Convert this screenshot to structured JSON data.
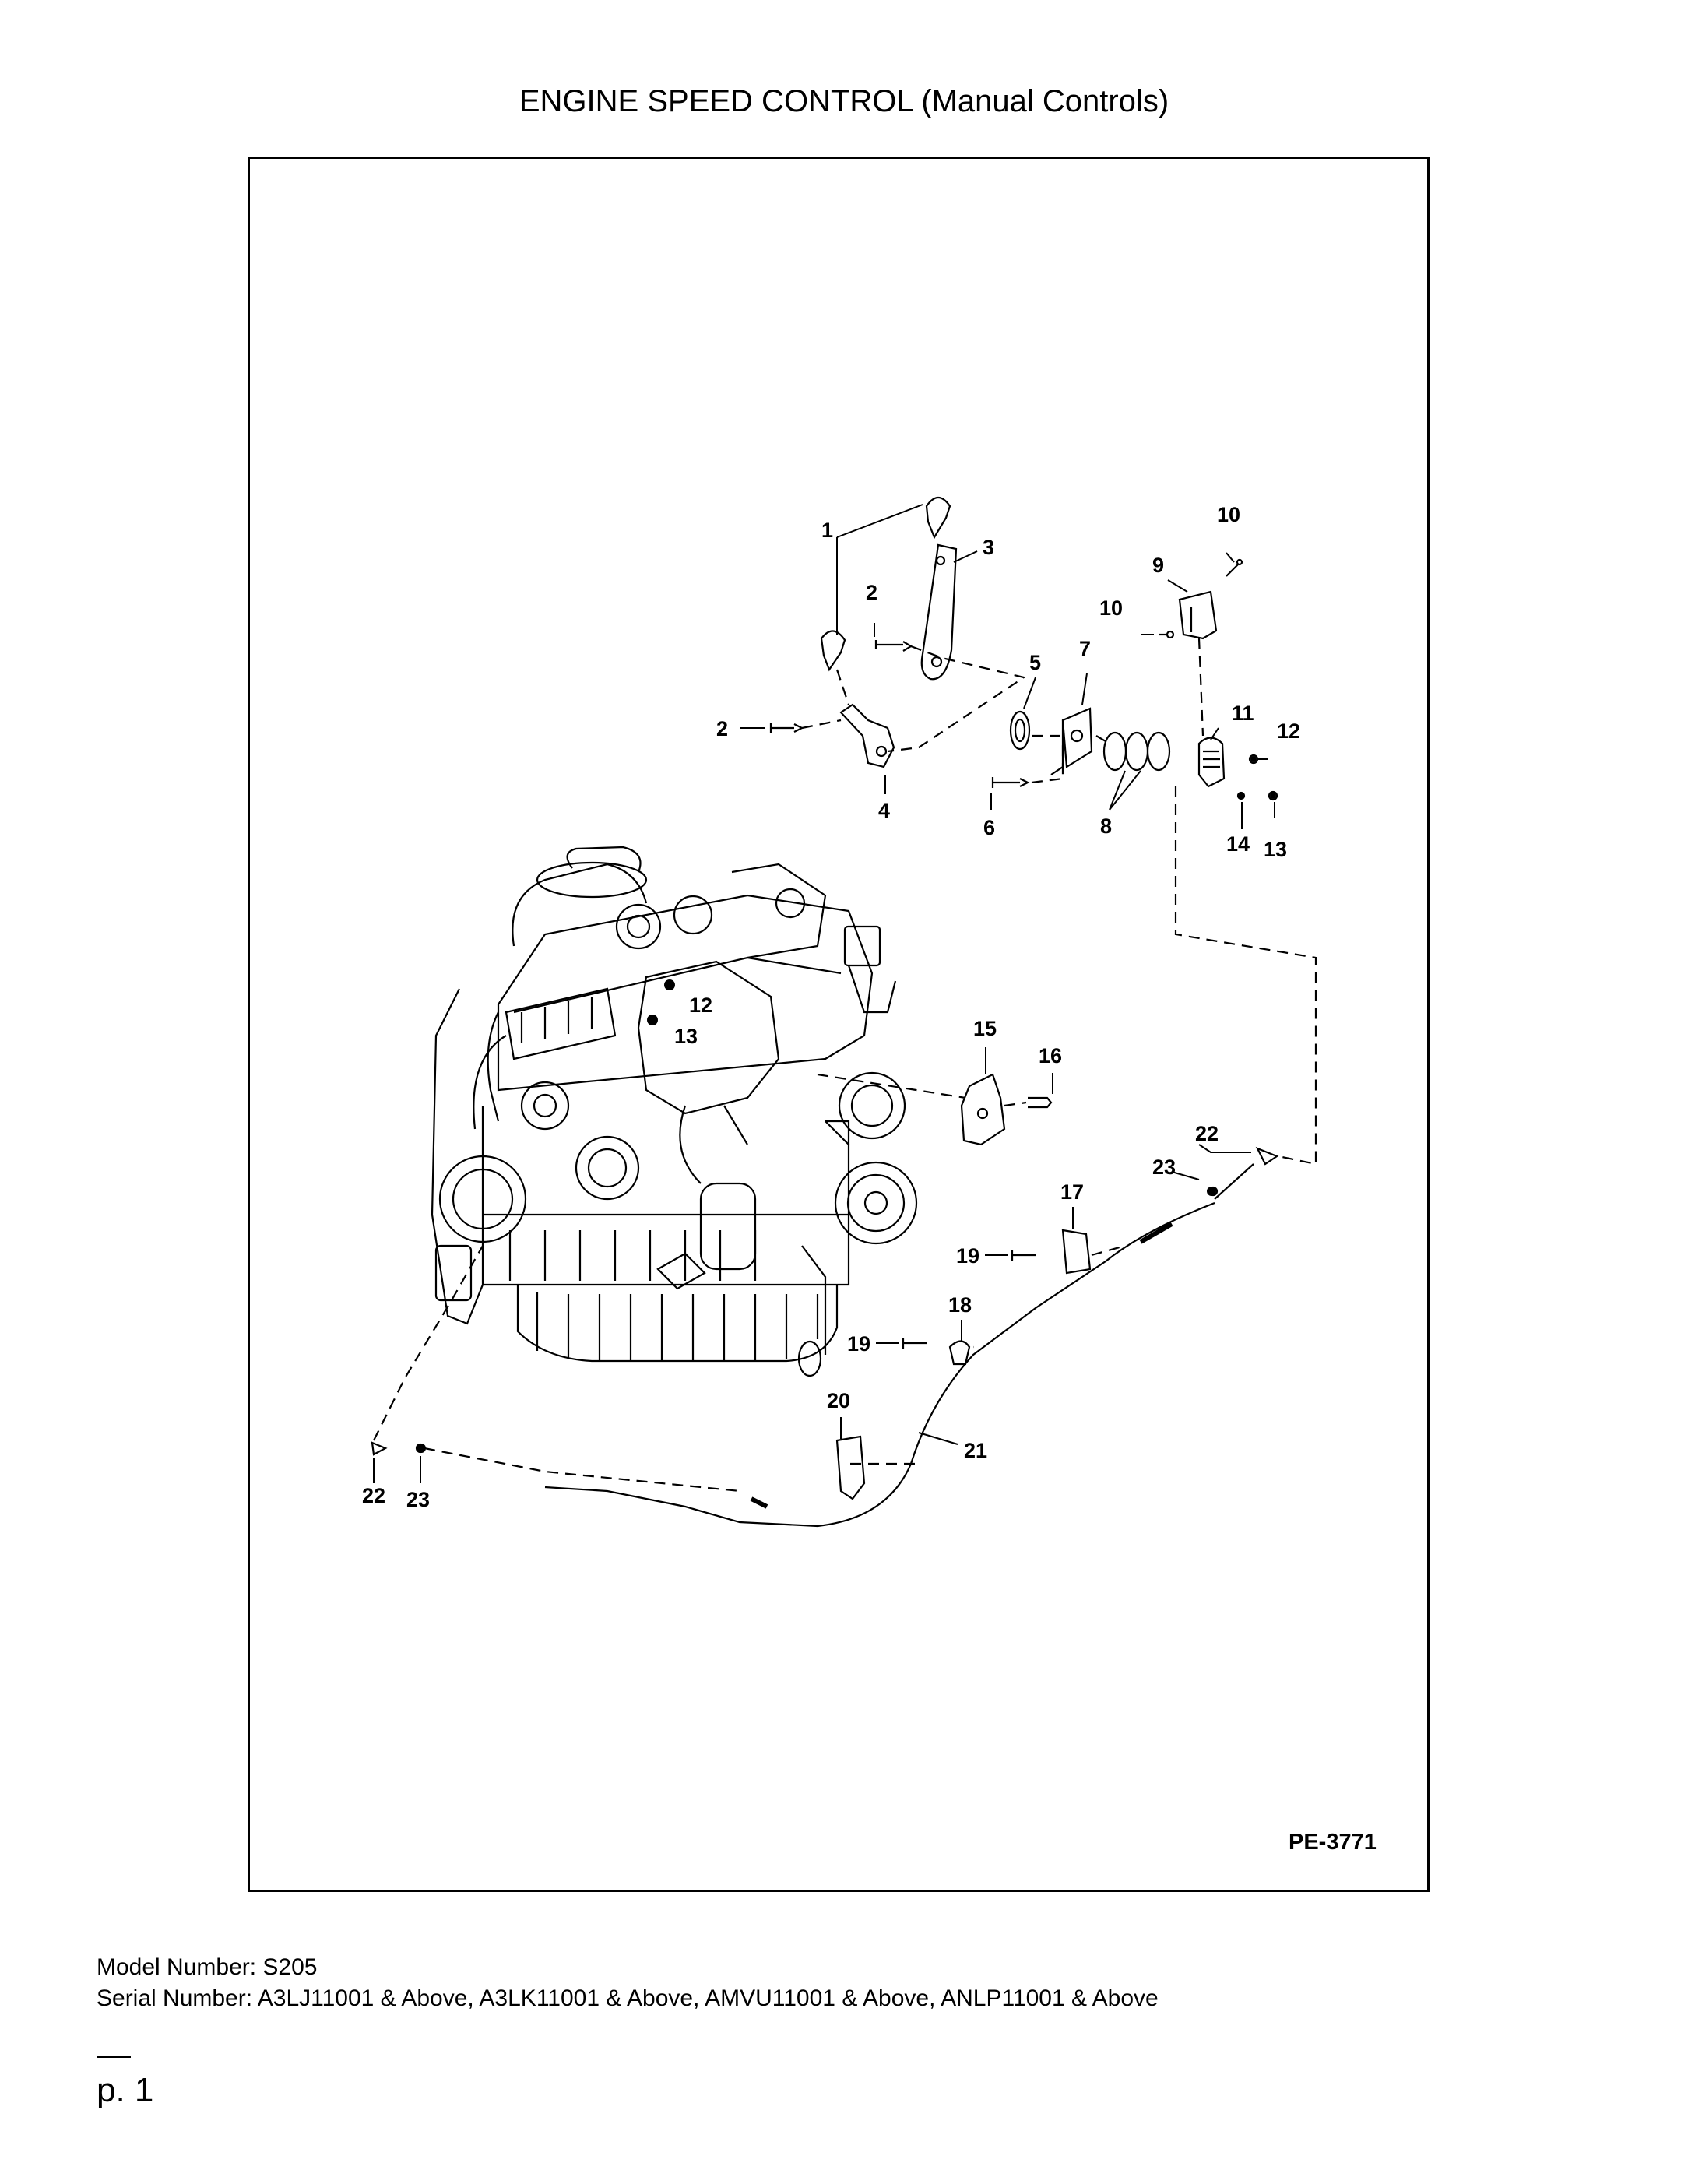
{
  "title": "ENGINE SPEED CONTROL (Manual Controls)",
  "diagram": {
    "reference_code": "PE-3771",
    "callouts": [
      "1",
      "2",
      "3",
      "4",
      "5",
      "6",
      "7",
      "8",
      "9",
      "10",
      "11",
      "12",
      "13",
      "14",
      "15",
      "16",
      "17",
      "18",
      "19",
      "20",
      "21",
      "22",
      "23"
    ]
  },
  "footer": {
    "model_line": "Model Number: S205",
    "serial_line": "Serial Number: A3LJ11001 & Above, A3LK11001 & Above, AMVU11001 & Above, ANLP11001 & Above"
  },
  "page_number": "p. 1"
}
